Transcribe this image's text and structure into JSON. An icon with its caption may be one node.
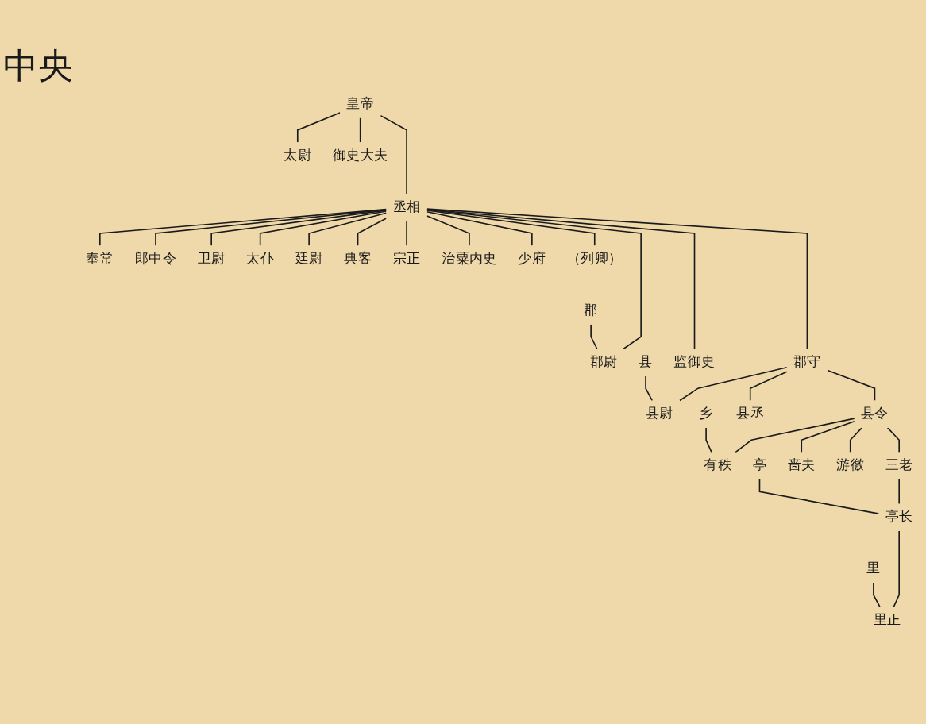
{
  "diagram": {
    "nodes": [
      {
        "text": [
          "皇帝"
        ]
      },
      {
        "text": [
          "太尉"
        ]
      },
      {
        "text": [
          "丞相"
        ]
      },
      {
        "text": [
          "御史大夫"
        ]
      },
      {
        "text": [
          "奉常"
        ]
      },
      {
        "text": [
          "郎中令"
        ]
      },
      {
        "text": [
          "卫尉"
        ]
      },
      {
        "text": [
          "太仆"
        ]
      },
      {
        "text": [
          "廷尉"
        ]
      },
      {
        "text": [
          "典客"
        ]
      },
      {
        "text": [
          "宗正"
        ]
      },
      {
        "text": [
          "治粟内史"
        ]
      },
      {
        "text": [
          "少府"
        ]
      },
      {
        "text": [
          "（列卿）"
        ]
      },
      {
        "text": [
          "郡"
        ]
      },
      {
        "text": [
          "郡尉"
        ]
      },
      {
        "text": [
          "郡守"
        ]
      },
      {
        "text": [
          "监御史"
        ]
      },
      {
        "text": [
          "县"
        ]
      },
      {
        "text": [
          "县尉"
        ]
      },
      {
        "text": [
          "县令"
        ]
      },
      {
        "text": [
          "县丞"
        ]
      },
      {
        "text": [
          "乡"
        ]
      },
      {
        "text": [
          "有秩"
        ]
      },
      {
        "text": [
          "三老"
        ]
      },
      {
        "text": [
          "啬夫"
        ]
      },
      {
        "text": [
          "游徼"
        ]
      },
      {
        "text": [
          "亭"
        ]
      },
      {
        "text": [
          "亭长"
        ]
      },
      {
        "text": [
          "里"
        ]
      },
      {
        "text": [
          "里正"
        ]
      }
    ],
    "edges": [
      {
        "from": 0,
        "to": 1,
        "arrow": "none"
      },
      {
        "from": 0,
        "to": 2,
        "arrow": "none"
      },
      {
        "from": 0,
        "to": 3,
        "arrow": "none"
      },
      {
        "from": 2,
        "to": 4,
        "arrow": "none"
      },
      {
        "from": 2,
        "to": 5,
        "arrow": "none"
      },
      {
        "from": 2,
        "to": 6,
        "arrow": "none"
      },
      {
        "from": 2,
        "to": 7,
        "arrow": "none"
      },
      {
        "from": 2,
        "to": 8,
        "arrow": "none"
      },
      {
        "from": 2,
        "to": 9,
        "arrow": "none"
      },
      {
        "from": 2,
        "to": 10,
        "arrow": "none"
      },
      {
        "from": 2,
        "to": 11,
        "arrow": "none"
      },
      {
        "from": 2,
        "to": 12,
        "arrow": "none"
      },
      {
        "from": 2,
        "to": 13,
        "arrow": "none"
      },
      {
        "from": 2,
        "to": 15,
        "arrow": "none"
      },
      {
        "from": 2,
        "to": 16,
        "arrow": "none"
      },
      {
        "from": 2,
        "to": 17,
        "arrow": "none"
      },
      {
        "from": 14,
        "to": 15,
        "arrow": "none"
      },
      {
        "from": 16,
        "to": 19,
        "arrow": "none"
      },
      {
        "from": 16,
        "to": 20,
        "arrow": "none"
      },
      {
        "from": 16,
        "to": 21,
        "arrow": "none"
      },
      {
        "from": 18,
        "to": 19,
        "arrow": "none"
      },
      {
        "from": 20,
        "to": 23,
        "arrow": "none"
      },
      {
        "from": 20,
        "to": 24,
        "arrow": "none"
      },
      {
        "from": 20,
        "to": 25,
        "arrow": "none"
      },
      {
        "from": 20,
        "to": 26,
        "arrow": "none"
      },
      {
        "from": 22,
        "to": 23,
        "arrow": "none"
      },
      {
        "from": 24,
        "to": 28,
        "arrow": "none"
      },
      {
        "from": 27,
        "to": 28,
        "arrow": "none"
      },
      {
        "from": 28,
        "to": 30,
        "arrow": "none"
      },
      {
        "from": 29,
        "to": 30,
        "arrow": "none"
      }
    ],
    "labels": [
      "中央"
    ]
  }
}
